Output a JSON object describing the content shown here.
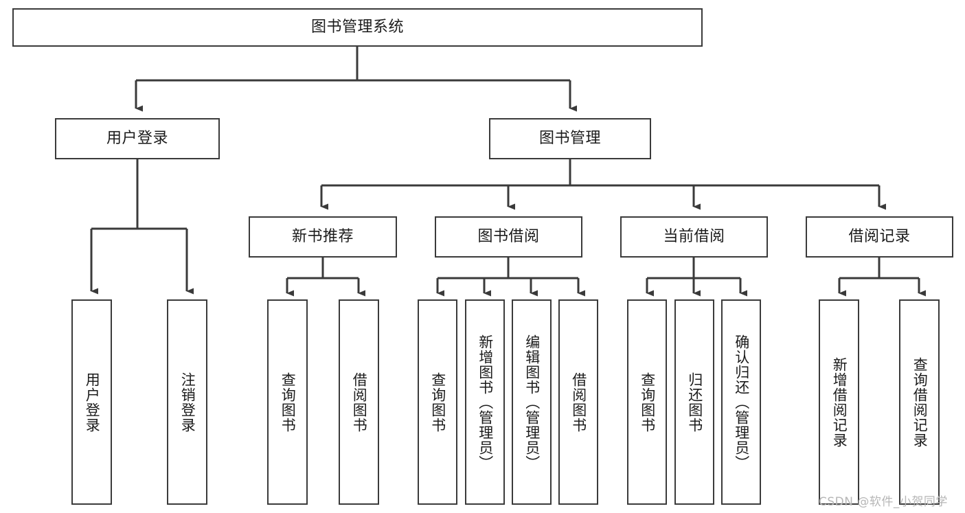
{
  "diagram": {
    "type": "tree-hierarchy-chart",
    "title": "图书管理系统",
    "background_color": "#ffffff",
    "stroke_color": "#3a3a3a",
    "text_color": "#1b1b1b",
    "watermark": "CSDN @软件_小贺同学",
    "levels": [
      {
        "level": 1,
        "nodes": [
          {
            "id": "root",
            "label": "图书管理系统",
            "orientation": "horizontal"
          }
        ]
      },
      {
        "level": 2,
        "nodes": [
          {
            "id": "user-login",
            "label": "用户登录",
            "orientation": "horizontal"
          },
          {
            "id": "book-manage",
            "label": "图书管理",
            "orientation": "horizontal"
          }
        ]
      },
      {
        "level": 3,
        "nodes": [
          {
            "id": "new-book-rec",
            "label": "新书推荐",
            "orientation": "horizontal"
          },
          {
            "id": "book-borrow",
            "label": "图书借阅",
            "orientation": "horizontal"
          },
          {
            "id": "current-borrow",
            "label": "当前借阅",
            "orientation": "horizontal"
          },
          {
            "id": "borrow-record",
            "label": "借阅记录",
            "orientation": "horizontal"
          }
        ]
      },
      {
        "level": 4,
        "nodes": [
          {
            "id": "leaf-user-login",
            "label": "用户登录",
            "orientation": "vertical",
            "parent": "user-login"
          },
          {
            "id": "leaf-user-logout",
            "label": "注销登录",
            "orientation": "vertical",
            "parent": "user-login"
          },
          {
            "id": "leaf-query-book-1",
            "label": "查询图书",
            "orientation": "vertical",
            "parent": "new-book-rec"
          },
          {
            "id": "leaf-borrow-book-1",
            "label": "借阅图书",
            "orientation": "vertical",
            "parent": "new-book-rec"
          },
          {
            "id": "leaf-query-book-2",
            "label": "查询图书",
            "orientation": "vertical",
            "parent": "book-borrow"
          },
          {
            "id": "leaf-add-book",
            "label": "新增图书（管理员）",
            "orientation": "vertical",
            "parent": "book-borrow"
          },
          {
            "id": "leaf-edit-book",
            "label": "编辑图书（管理员）",
            "orientation": "vertical",
            "parent": "book-borrow"
          },
          {
            "id": "leaf-borrow-book-2",
            "label": "借阅图书",
            "orientation": "vertical",
            "parent": "book-borrow"
          },
          {
            "id": "leaf-query-book-3",
            "label": "查询图书",
            "orientation": "vertical",
            "parent": "current-borrow"
          },
          {
            "id": "leaf-return-book",
            "label": "归还图书",
            "orientation": "vertical",
            "parent": "current-borrow"
          },
          {
            "id": "leaf-confirm-return",
            "label": "确认归还（管理员）",
            "orientation": "vertical",
            "parent": "current-borrow"
          },
          {
            "id": "leaf-add-record",
            "label": "新增借阅记录",
            "orientation": "vertical",
            "parent": "borrow-record"
          },
          {
            "id": "leaf-query-record",
            "label": "查询借阅记录",
            "orientation": "vertical",
            "parent": "borrow-record"
          }
        ]
      }
    ]
  }
}
